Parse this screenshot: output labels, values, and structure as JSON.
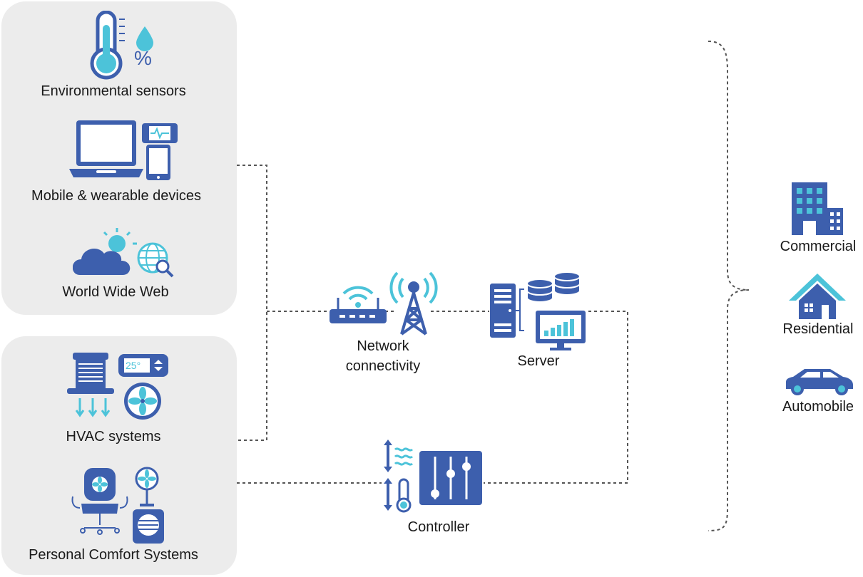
{
  "sources": {
    "environmental": "Environmental sensors",
    "mobile": "Mobile & wearable devices",
    "web": "World Wide Web",
    "hvac": "HVAC systems",
    "pcs": "Personal Comfort Systems",
    "thermostat_display": "25°"
  },
  "middle": {
    "network_line1": "Network",
    "network_line2": "connectivity",
    "server": "Server",
    "controller": "Controller"
  },
  "applications": {
    "commercial": "Commercial",
    "residential": "Residential",
    "automobile": "Automobile"
  },
  "humidity_symbol": "%",
  "colors": {
    "primary_blue": "#3d5fad",
    "accent_cyan": "#4cc3d9",
    "panel_gray": "#ececec",
    "line_gray": "#555555"
  }
}
